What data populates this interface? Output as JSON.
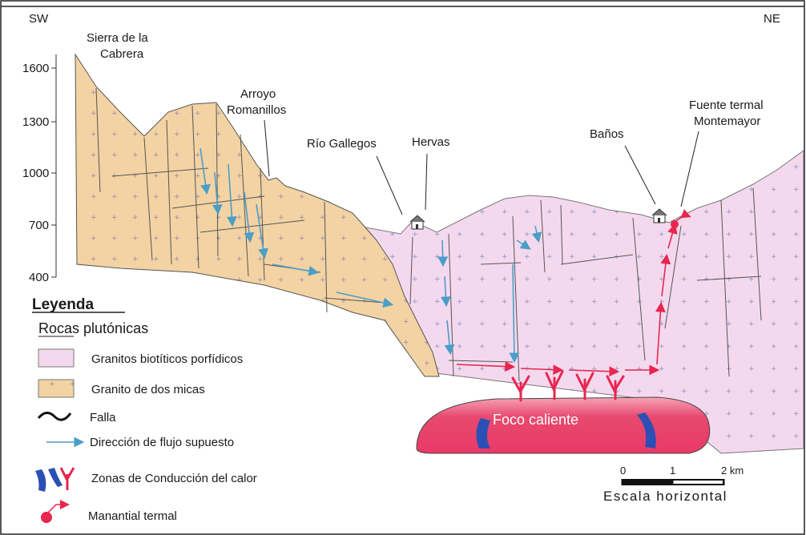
{
  "orientation": {
    "left": "SW",
    "right": "NE"
  },
  "elevation_ticks": [
    "1600",
    "1300",
    "1000",
    "700",
    "400"
  ],
  "places": {
    "sierra_line1": "Sierra de la",
    "sierra_line2": "Cabrera",
    "arroyo_line1": "Arroyo",
    "arroyo_line2": "Romanillos",
    "rio": "Río Gallegos",
    "hervas": "Hervas",
    "banos": "Baños",
    "fuente_line1": "Fuente termal",
    "fuente_line2": "Montemayor"
  },
  "foco": "Foco caliente",
  "legend": {
    "title": "Leyenda",
    "subtitle": "Rocas plutónicas",
    "items": [
      "Granitos biotíticos porfídicos",
      "Granito de dos micas",
      "Falla",
      "Dirección de flujo supuesto",
      "Zonas de Conducción del calor",
      "Manantial termal"
    ]
  },
  "scale": {
    "ticks": [
      "0",
      "1",
      "2 km"
    ],
    "label": "Escala horizontal"
  },
  "colors": {
    "granito_biotitico": "#f4d9ee",
    "granito_dos_micas": "#f3d3a3",
    "foco": "#e84b72",
    "flujo": "#4a9ec8",
    "conduccion_roja": "#e8264f",
    "conduccion_azul": "#2b4fb5"
  }
}
